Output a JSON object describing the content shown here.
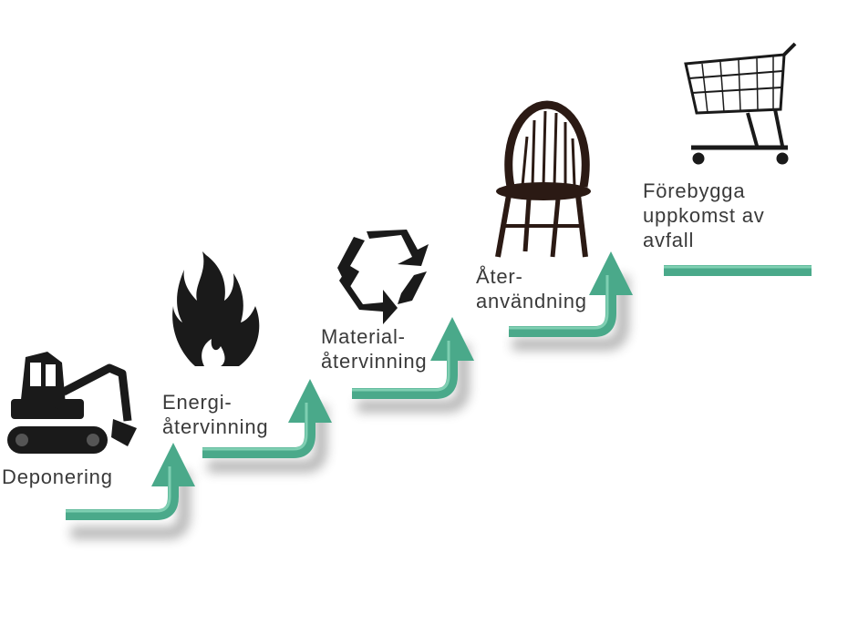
{
  "steps": [
    {
      "label": "Deponering",
      "icon": "excavator-icon"
    },
    {
      "label": "Energi-\nåtervinning",
      "icon": "flame-icon"
    },
    {
      "label": "Material-\nåtervinning",
      "icon": "recycle-icon"
    },
    {
      "label": "Åter-\nanvändning",
      "icon": "chair-icon"
    },
    {
      "label": "Förebygga\nuppkomst av\navfall",
      "icon": "shopping-cart-icon"
    }
  ],
  "colors": {
    "arrow_fill": "#4aa98a",
    "arrow_highlight": "#7fcfb2",
    "icon": "#1a1a1a",
    "chair": "#2b1a14",
    "text": "#3a3a3a"
  }
}
